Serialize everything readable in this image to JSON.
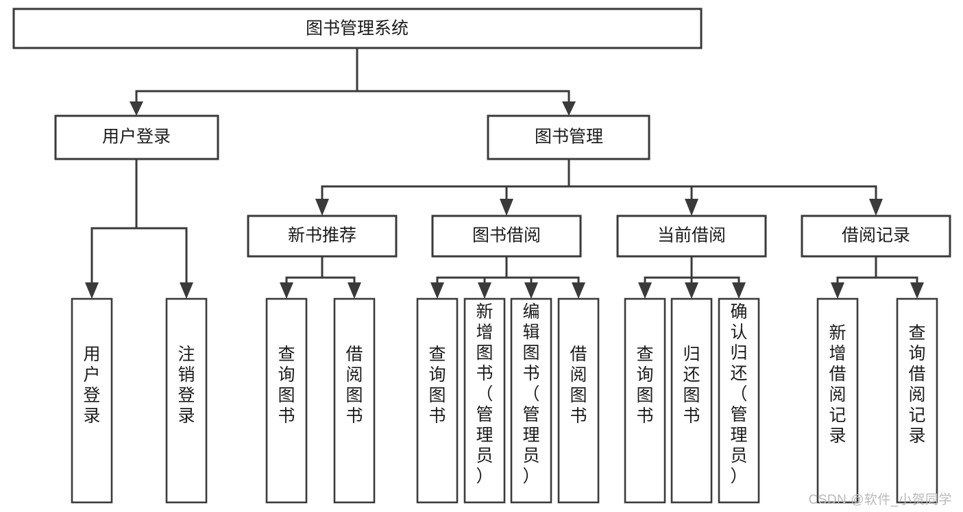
{
  "diagram": {
    "type": "tree-hierarchy-chart",
    "title": "图书管理系统",
    "orientation": "top-down",
    "colors": {
      "box_stroke": "#3a3a3a",
      "box_fill": "#ffffff",
      "text": "#1b1b1b",
      "connector": "#3a3a3a",
      "watermark": "#b9b9b9"
    },
    "root": {
      "label": "图书管理系统",
      "level": 0,
      "orientation": "horizontal"
    },
    "level2": [
      {
        "label": "用户登录",
        "orientation": "horizontal"
      },
      {
        "label": "图书管理",
        "orientation": "horizontal"
      }
    ],
    "level3": [
      {
        "label": "新书推荐",
        "orientation": "horizontal",
        "parent": "图书管理"
      },
      {
        "label": "图书借阅",
        "orientation": "horizontal",
        "parent": "图书管理"
      },
      {
        "label": "当前借阅",
        "orientation": "horizontal",
        "parent": "图书管理"
      },
      {
        "label": "借阅记录",
        "orientation": "horizontal",
        "parent": "图书管理"
      }
    ],
    "leaves": {
      "用户登录": [
        {
          "label": "用户登录",
          "chars": [
            "用",
            "户",
            "登",
            "录"
          ]
        },
        {
          "label": "注销登录",
          "chars": [
            "注",
            "销",
            "登",
            "录"
          ]
        }
      ],
      "新书推荐": [
        {
          "label": "查询图书",
          "chars": [
            "查",
            "询",
            "图",
            "书"
          ]
        },
        {
          "label": "借阅图书",
          "chars": [
            "借",
            "阅",
            "图",
            "书"
          ]
        }
      ],
      "图书借阅": [
        {
          "label": "查询图书",
          "chars": [
            "查",
            "询",
            "图",
            "书"
          ]
        },
        {
          "label": "新增图书（管理员）",
          "chars": [
            "新",
            "增",
            "图",
            "书",
            "（",
            "管",
            "理",
            "员",
            "）"
          ]
        },
        {
          "label": "编辑图书（管理员）",
          "chars": [
            "编",
            "辑",
            "图",
            "书",
            "（",
            "管",
            "理",
            "员",
            "）"
          ]
        },
        {
          "label": "借阅图书",
          "chars": [
            "借",
            "阅",
            "图",
            "书"
          ]
        }
      ],
      "当前借阅": [
        {
          "label": "查询图书",
          "chars": [
            "查",
            "询",
            "图",
            "书"
          ]
        },
        {
          "label": "归还图书",
          "chars": [
            "归",
            "还",
            "图",
            "书"
          ]
        },
        {
          "label": "确认归还（管理员）",
          "chars": [
            "确",
            "认",
            "归",
            "还",
            "（",
            "管",
            "理",
            "员",
            "）"
          ]
        }
      ],
      "借阅记录": [
        {
          "label": "新增借阅记录",
          "chars": [
            "新",
            "增",
            "借",
            "阅",
            "记",
            "录"
          ]
        },
        {
          "label": "查询借阅记录",
          "chars": [
            "查",
            "询",
            "借",
            "阅",
            "记",
            "录"
          ]
        }
      ]
    }
  },
  "watermark": {
    "text": "CSDN @软件_小贺同学"
  }
}
